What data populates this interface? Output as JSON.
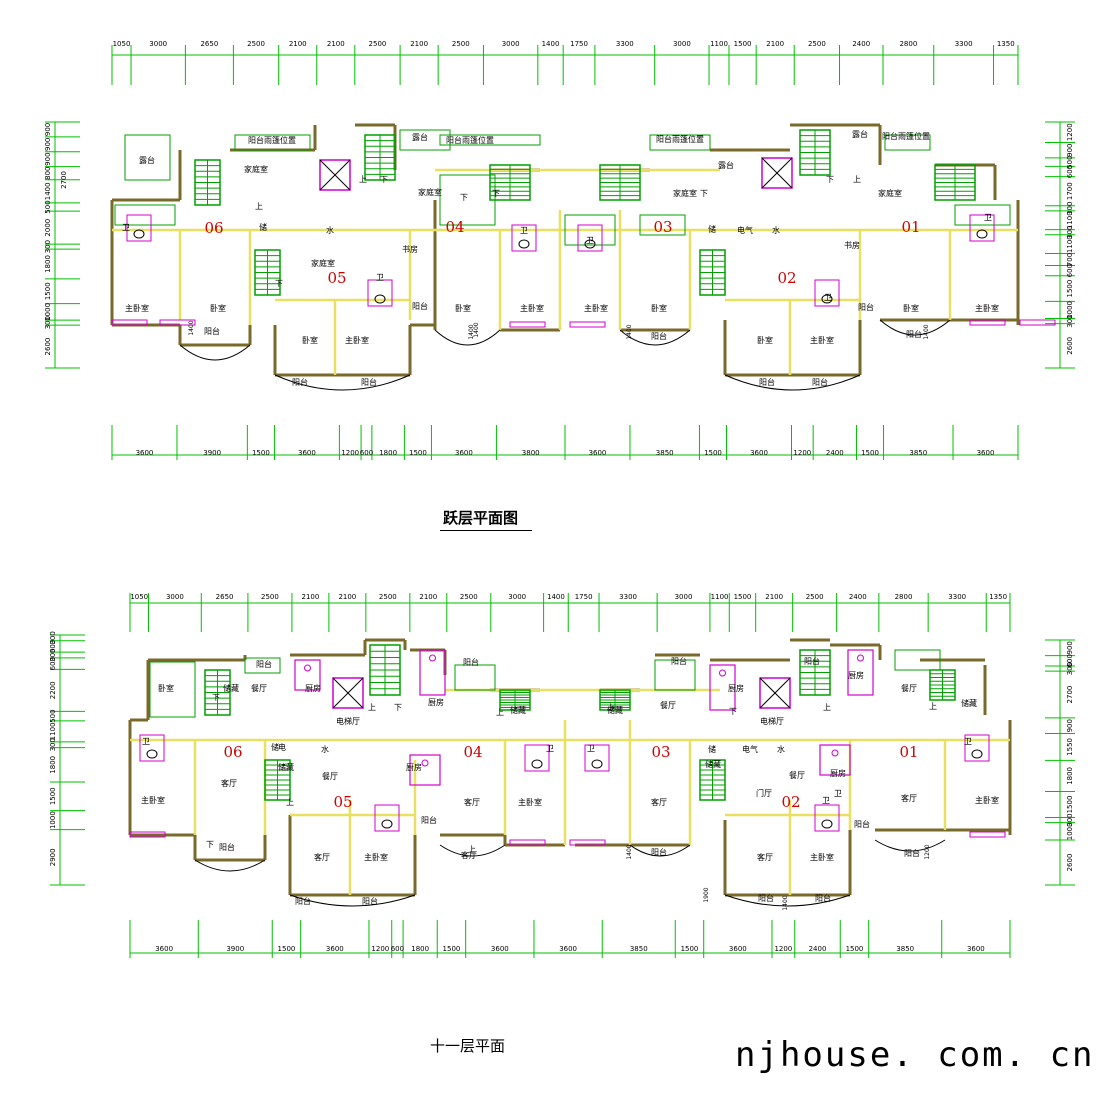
{
  "colors": {
    "dim": "#00c000",
    "wall": "#7a6a2a",
    "wall_light": "#e8e060",
    "room_line": "#00a000",
    "fixture": "#d000d0",
    "unit_number": "#d00000",
    "stair": "#00a000",
    "window": "#3a8fd8",
    "black": "#000000"
  },
  "captions": {
    "plan_top": "跃层平面图",
    "plan_bottom": "十一层平面",
    "watermark": "njhouse. com. cn"
  },
  "dims": {
    "top_top": [
      "1050",
      "3000",
      "2650",
      "2500",
      "2100",
      "2100",
      "2500",
      "2100",
      "2500",
      "3000",
      "1400",
      "1750",
      "3300",
      "3000",
      "1100",
      "1500",
      "2100",
      "2500",
      "2400",
      "2800",
      "3300",
      "1350"
    ],
    "top_bottom": [
      "3600",
      "3900",
      "1500",
      "3600",
      "1200",
      "600",
      "1800",
      "1500",
      "3600",
      "3800",
      "3600",
      "3850",
      "1500",
      "3600",
      "1200",
      "2400",
      "1500",
      "3850",
      "3600"
    ],
    "top_left": [
      "900",
      "900",
      "900",
      "800",
      "1400",
      "500",
      "2000",
      "300",
      "1800",
      "1500",
      "1000",
      "300",
      "2600"
    ],
    "top_right": [
      "1200",
      "900",
      "500",
      "600",
      "1700",
      "300",
      "1100",
      "300",
      "1100",
      "700",
      "600",
      "1500",
      "1000",
      "300",
      "2600"
    ],
    "top_left_extra": "2700",
    "bottom_top": [
      "1050",
      "3000",
      "2650",
      "2500",
      "2100",
      "2100",
      "2500",
      "2100",
      "2500",
      "3000",
      "1400",
      "1750",
      "3300",
      "3000",
      "1100",
      "1500",
      "2100",
      "2500",
      "2400",
      "2800",
      "3300",
      "1350"
    ],
    "bottom_bottom": [
      "3600",
      "3900",
      "1500",
      "3600",
      "1200",
      "600",
      "1800",
      "1500",
      "3600",
      "3600",
      "3850",
      "1500",
      "3600",
      "1200",
      "2400",
      "1500",
      "3850",
      "3600"
    ],
    "bottom_left": [
      "300",
      "600",
      "300",
      "600",
      "2200",
      "500",
      "1100",
      "300",
      "1800",
      "1500",
      "1000",
      "2900"
    ],
    "bottom_right": [
      "900",
      "600",
      "300",
      "2700",
      "900",
      "1550",
      "1800",
      "1500",
      "300",
      "1000",
      "2600"
    ]
  },
  "plan_top": {
    "units": [
      "06",
      "05",
      "04",
      "03",
      "02",
      "01"
    ],
    "rooms": [
      "露台",
      "阳台雨篷位置",
      "家庭室",
      "露台",
      "阳台雨篷位置",
      "家庭室",
      "阳台雨篷位置",
      "家庭室",
      "露台",
      "阳台雨篷位置",
      "露台",
      "家庭室",
      "卫",
      "卫",
      "卫",
      "卫",
      "卫",
      "卫",
      "主卧室",
      "卧室",
      "阳台",
      "储",
      "书房",
      "水",
      "家庭室",
      "阳台",
      "卧室",
      "主卧室",
      "阳台",
      "阳台",
      "卧室",
      "主卧室",
      "主卧室",
      "卧室",
      "阳台",
      "电气",
      "水",
      "储",
      "书房",
      "阳台",
      "卧室",
      "主卧室",
      "阳台",
      "阳台",
      "卧室",
      "主卧室",
      "阳台",
      "上",
      "下",
      "上",
      "下",
      "下",
      "下",
      "下",
      "上",
      "下",
      "1400",
      "1400",
      "1400",
      "1400",
      "1400"
    ]
  },
  "plan_bottom": {
    "units": [
      "06",
      "05",
      "04",
      "03",
      "02",
      "01"
    ],
    "rooms": [
      "阳台",
      "卧室",
      "储藏",
      "餐厅",
      "厨房",
      "电梯厅",
      "厨房",
      "阳台",
      "储藏",
      "储藏",
      "阳台",
      "餐厅",
      "厨房",
      "电梯厅",
      "阳台",
      "厨房",
      "餐厅",
      "储藏",
      "卫",
      "客厅",
      "主卧室",
      "阳台",
      "储藏",
      "餐厅",
      "厨房",
      "客厅",
      "卫",
      "阳台",
      "主卧室",
      "阳台",
      "阳台",
      "客厅",
      "主卧室",
      "卫",
      "卫",
      "客厅",
      "阳台",
      "储藏",
      "门厅",
      "餐厅",
      "厨房",
      "客厅",
      "主卧室",
      "阳台",
      "阳台",
      "卫",
      "阳台",
      "客厅",
      "主卧室",
      "卫",
      "阳台",
      "客厅",
      "电",
      "水",
      "电气",
      "水",
      "储",
      "储",
      "上",
      "下",
      "上",
      "下",
      "上",
      "上",
      "下",
      "上",
      "上",
      "下",
      "上",
      "1400",
      "1900",
      "1400",
      "1200",
      "1900",
      "1400"
    ]
  }
}
